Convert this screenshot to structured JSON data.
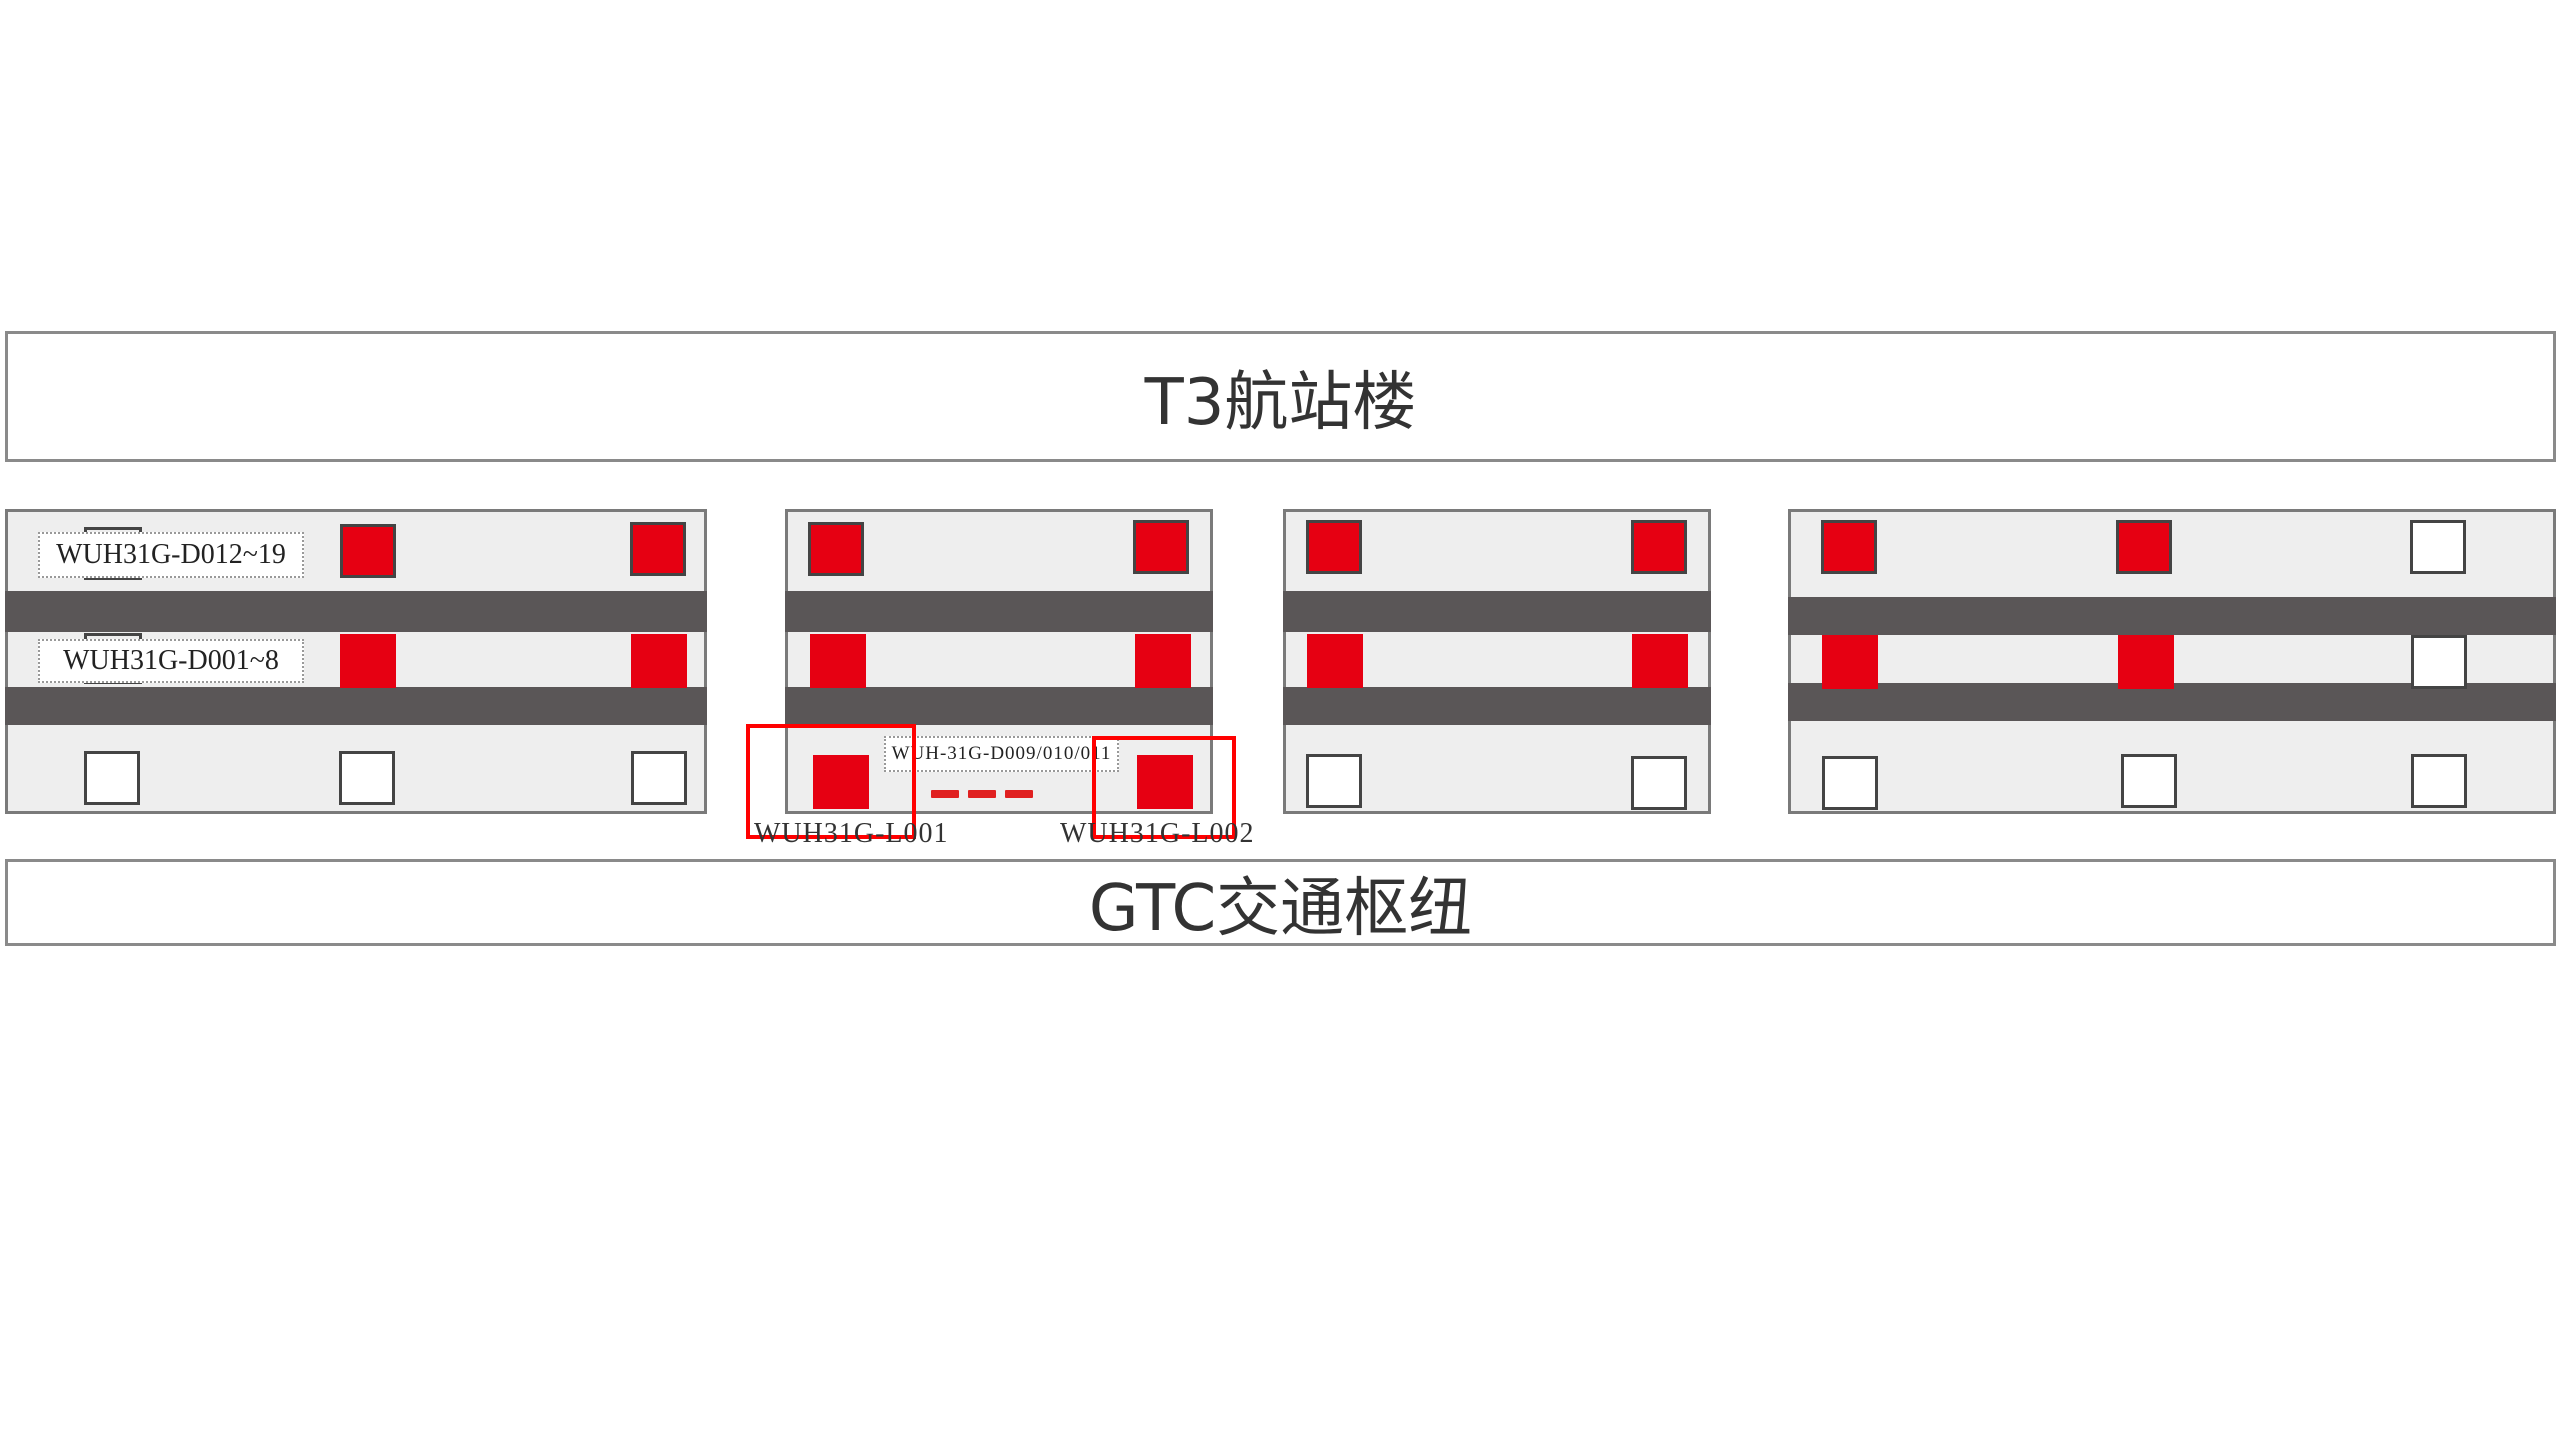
{
  "top_building": {
    "label": "T3航站楼"
  },
  "bottom_building": {
    "label": "GTC交通枢纽"
  },
  "labels": {
    "block1_row1": "WUH31G-D012~19",
    "block1_row2": "WUH31G-D001~8",
    "block2_row3": "WUH-31G-D009/010/011",
    "highlight_left": "WUH31G-L001",
    "highlight_right": "WUH31G-L002"
  },
  "colors": {
    "occupied": "#e60012",
    "free": "#ffffff",
    "road": "#5a5657",
    "highlight": "#ff0000"
  }
}
